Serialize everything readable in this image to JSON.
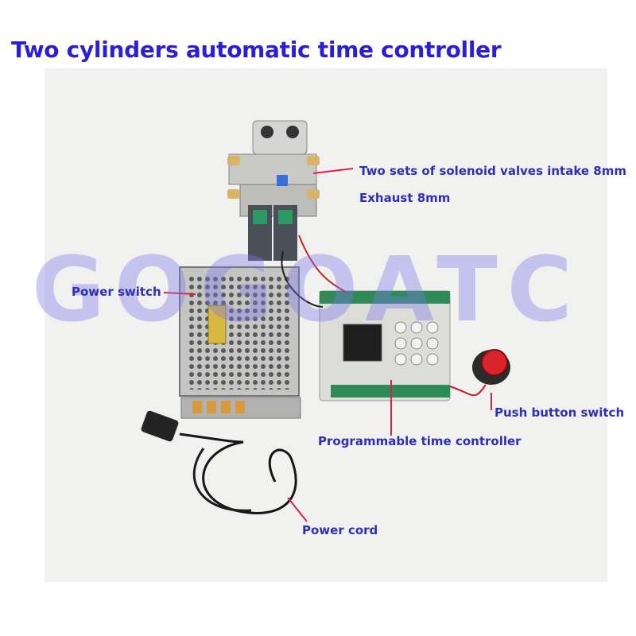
{
  "title": "Two cylinders automatic time controller",
  "watermark": "GOGOATC",
  "labels": {
    "valves_line1": "Two sets of solenoid valves intake 8mm",
    "valves_line2": "Exhaust 8mm",
    "power_switch": "Power switch",
    "push_button": "Push button switch",
    "controller": "Programmable time controller",
    "power_cord": "Power cord"
  },
  "colors": {
    "title": "#2a1fd6",
    "label": "#2d2fb8",
    "arrow": "#e0204a"
  }
}
